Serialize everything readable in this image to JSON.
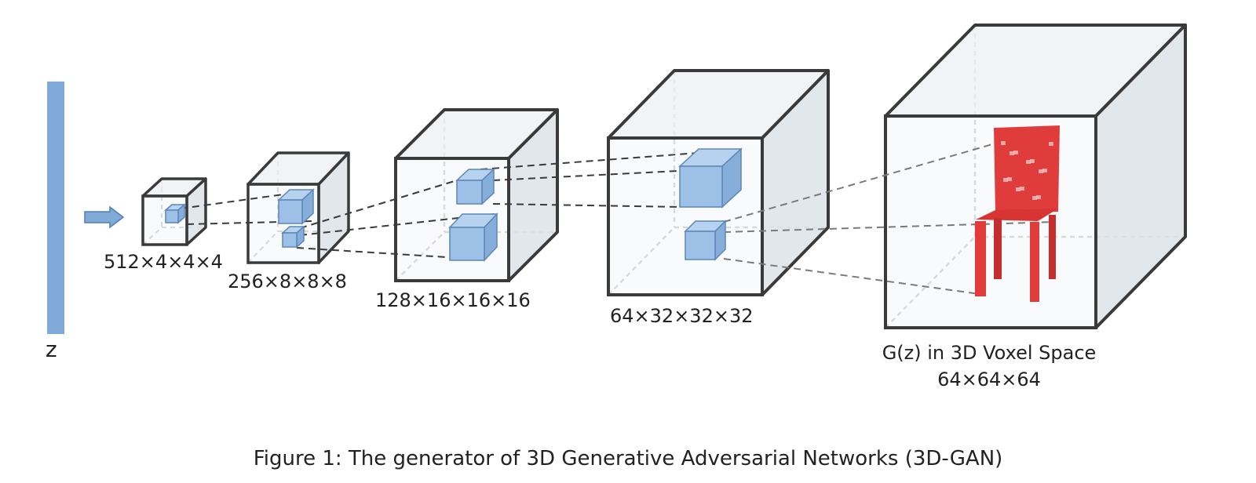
{
  "latent": {
    "label": "z",
    "color": "#7faad8"
  },
  "layers": [
    {
      "label": "512×4×4×4"
    },
    {
      "label": "256×8×8×8"
    },
    {
      "label": "128×16×16×16"
    },
    {
      "label": "64×32×32×32"
    }
  ],
  "output": {
    "line1": "G(z) in 3D Voxel Space",
    "line2": "64×64×64",
    "object_color": "#e03c3c"
  },
  "caption": "Figure 1: The generator of 3D Generative Adversarial Networks (3D-GAN)",
  "colors": {
    "cube_face": "#f3f6fa",
    "cube_side": "#dfe4ea",
    "cube_top": "#eef1f5",
    "cube_edge": "#3a3a3a",
    "kernel": "#9dc1e6",
    "kernel_edge": "#5c86b5",
    "arrow": "#7faad8"
  }
}
